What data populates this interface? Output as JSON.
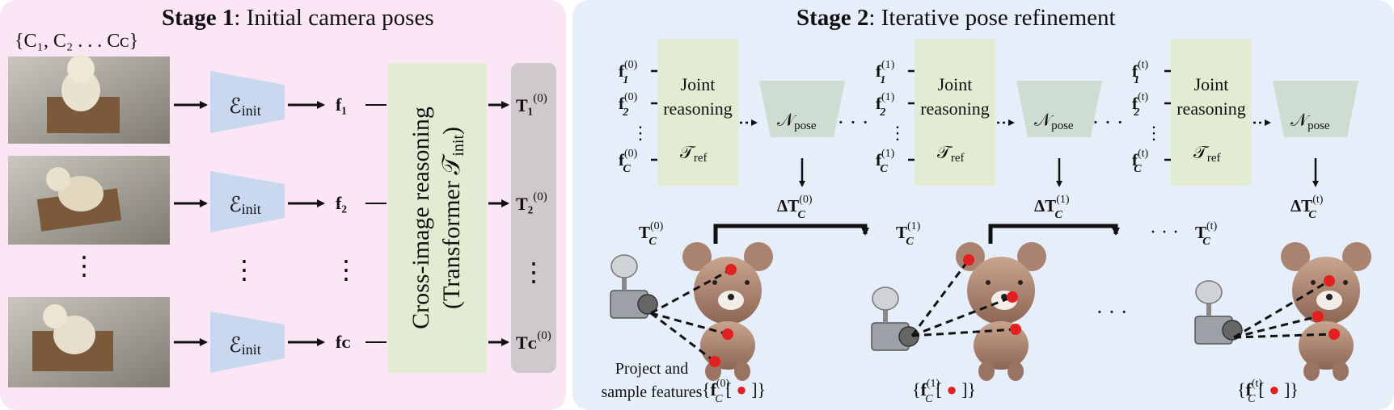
{
  "stage1": {
    "title_bold": "Stage 1",
    "title_rest": ": Initial camera poses",
    "set_label": "{C₁, C₂ . . . Cᴄ}",
    "encoder_label": "ℰ",
    "encoder_sub": "init",
    "features": [
      "f₁",
      "f₂",
      "fᴄ"
    ],
    "transformer_line1": "Cross-image reasoning",
    "transformer_line2": "(Transformer 𝒯",
    "transformer_sub": "init",
    "transformer_close": ")",
    "poses": [
      "T₁",
      "T₂",
      "Tᴄ"
    ],
    "pose_sup": "(0)"
  },
  "stage2": {
    "title_bold": "Stage 2",
    "title_rest": ": Iterative pose refinement",
    "blocks": [
      {
        "sup": "(0)"
      },
      {
        "sup": "(1)"
      },
      {
        "sup": "(t)"
      }
    ],
    "joint_line1": "Joint",
    "joint_line2": "reasoning",
    "ref_label": "𝒯",
    "ref_sub": "ref",
    "pose_net": "𝒩",
    "pose_net_sub": "pose",
    "delta_label": "ΔT",
    "project_line1": "Project and",
    "project_line2": "sample features",
    "feature_set": "f"
  }
}
